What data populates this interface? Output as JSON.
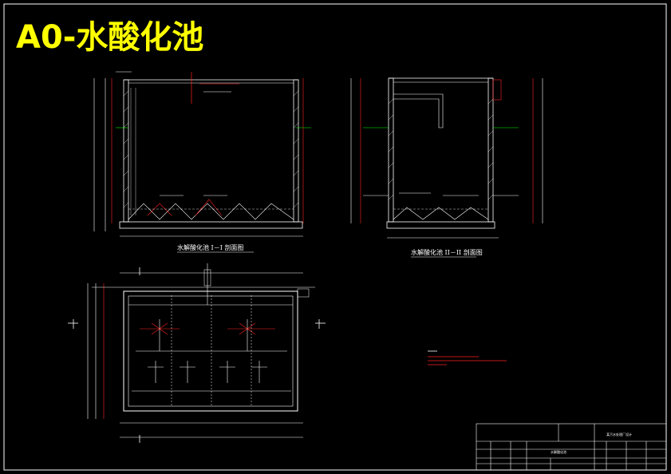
{
  "drawing": {
    "title": "A0-水酸化池",
    "section_1_caption": "水解酸化池 I－I 剖面图",
    "section_2_caption": "水解酸化池 II－II 剖面图",
    "title_block": {
      "project": "某污水处理厂设计",
      "drawing_name": "水解酸化池"
    }
  },
  "colors": {
    "background": "#000000",
    "title": "#ffff00",
    "line_white": "#ffffff",
    "line_red": "#ff2020",
    "line_green": "#00ff00"
  }
}
